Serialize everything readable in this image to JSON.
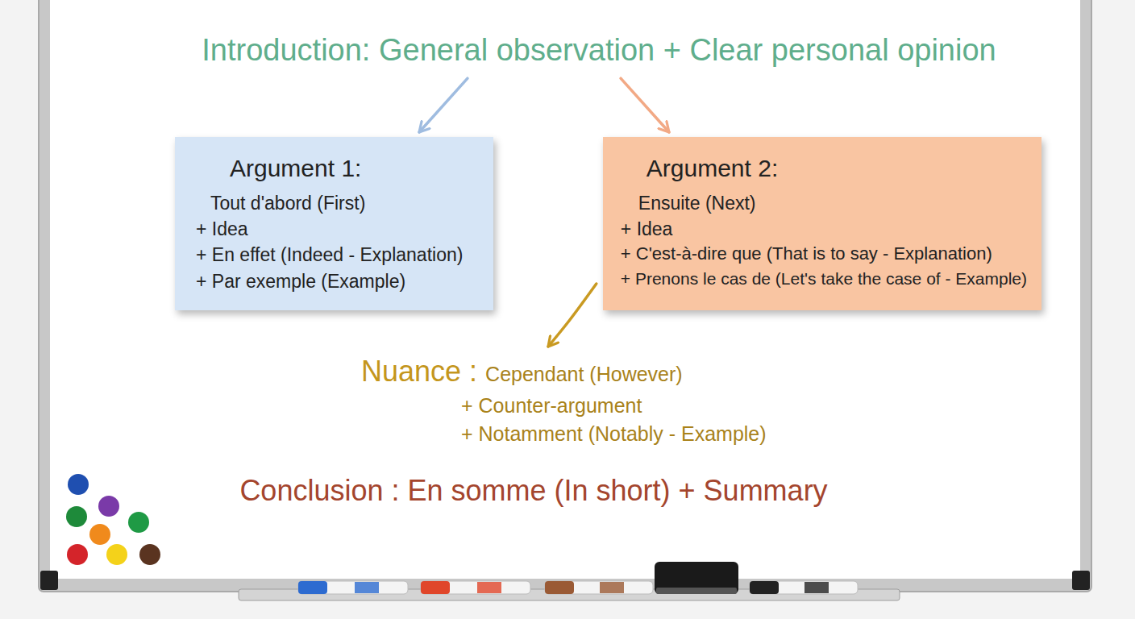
{
  "diagram": {
    "nodes": [
      {
        "text": [
          "Introduction: General observation + Clear personal opinion"
        ]
      },
      {
        "text": [
          "Argument 1:",
          "Tout d'abord (First)",
          "+ Idea",
          "+ En effet (Indeed - Explanation)",
          "+ Par exemple (Example)"
        ]
      },
      {
        "text": [
          "Argument 2:",
          "Ensuite (Next)",
          "+ Idea",
          "+ C'est-à-dire que (That is to say - Explanation)",
          "+ Prenons le cas de (Let's take the case of - Example)"
        ]
      },
      {
        "text": [
          "Nuance :",
          "Cependant (However)",
          "+ Counter-argument",
          "+ Notamment (Notably - Example)"
        ]
      }
    ],
    "edges": [
      {
        "from": 0,
        "to": 1,
        "arrow": "to"
      },
      {
        "from": 0,
        "to": 2,
        "arrow": "to"
      },
      {
        "from": 2,
        "to": 3,
        "arrow": "to"
      }
    ],
    "labels": [
      "Conclusion : En somme (In short) + Summary"
    ]
  }
}
